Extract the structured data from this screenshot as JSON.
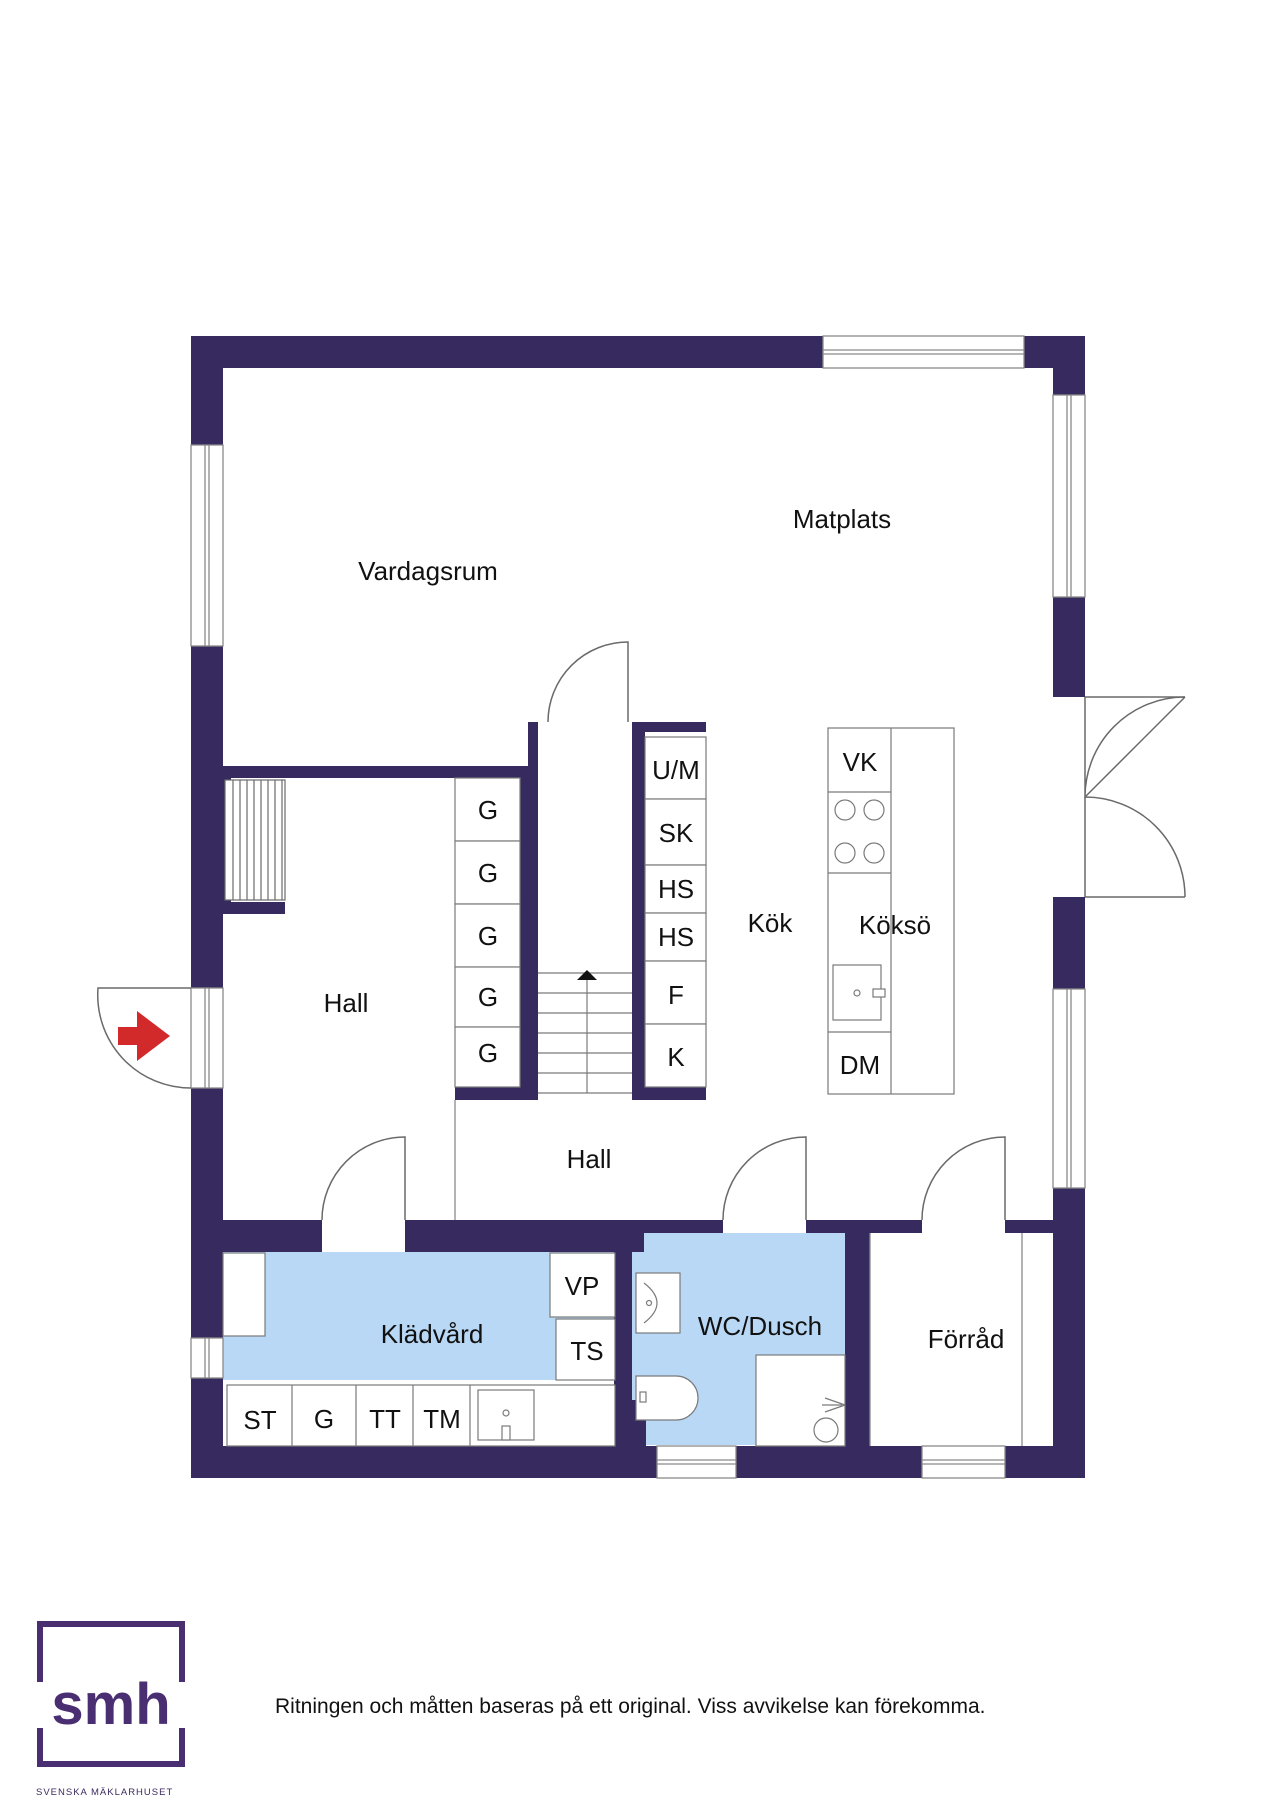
{
  "colors": {
    "wall": "#372a5e",
    "wet_room": "#b9d8f5",
    "entrance_arrow": "#d22a2a",
    "logo": "#4a2e72"
  },
  "rooms": {
    "vardagsrum": "Vardagsrum",
    "matplats": "Matplats",
    "kok": "Kök",
    "kokso": "Köksö",
    "hall_entry": "Hall",
    "hall_center": "Hall",
    "kladvard": "Klädvård",
    "wc_dusch": "WC/Dusch",
    "forrad": "Förråd"
  },
  "fixtures": {
    "wardrobes": [
      "G",
      "G",
      "G",
      "G",
      "G"
    ],
    "kitchen_column": [
      "U/M",
      "SK",
      "HS",
      "HS",
      "F",
      "K"
    ],
    "island_vk": "VK",
    "island_dm": "DM",
    "laundry_vp": "VP",
    "laundry_ts": "TS",
    "laundry_row": [
      "ST",
      "G",
      "TT",
      "TM"
    ]
  },
  "footer": {
    "disclaimer": "Ritningen och måtten baseras på ett original. Viss avvikelse kan förekomma.",
    "logo_text": "smh",
    "logo_tagline": "SVENSKA MÄKLARHUSET"
  }
}
